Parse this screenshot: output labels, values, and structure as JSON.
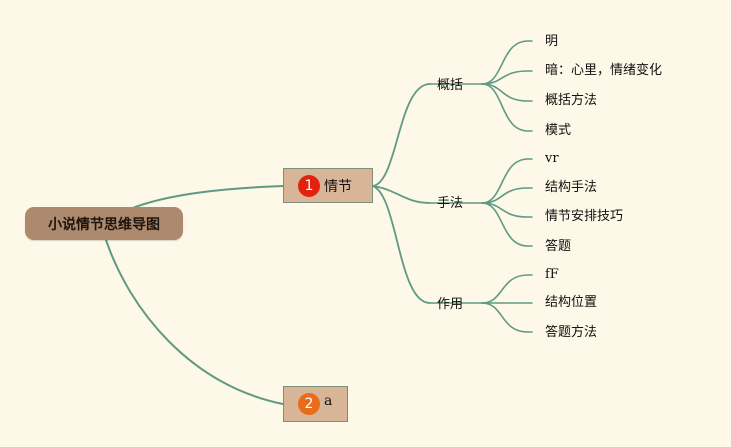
{
  "root": {
    "label": "小说情节思维导图"
  },
  "branches": [
    {
      "badge": "1",
      "label": "情节",
      "children": [
        {
          "label": "概括",
          "children": [
            "明",
            "暗：心里，情绪变化",
            "概括方法",
            "模式"
          ]
        },
        {
          "label": "手法",
          "children": [
            "vr",
            "结构手法",
            "情节安排技巧",
            "答题"
          ]
        },
        {
          "label": "作用",
          "children": [
            "fF",
            "结构位置",
            "答题方法"
          ]
        }
      ]
    },
    {
      "badge": "2",
      "label": "a",
      "children": []
    }
  ],
  "colors": {
    "background": "#fdf8e7",
    "connector": "#5e9a84",
    "root_fill": "#ad8a6e",
    "node_fill": "#d8b596",
    "badge_1": "#e2220e",
    "badge_2": "#e86c1a"
  }
}
